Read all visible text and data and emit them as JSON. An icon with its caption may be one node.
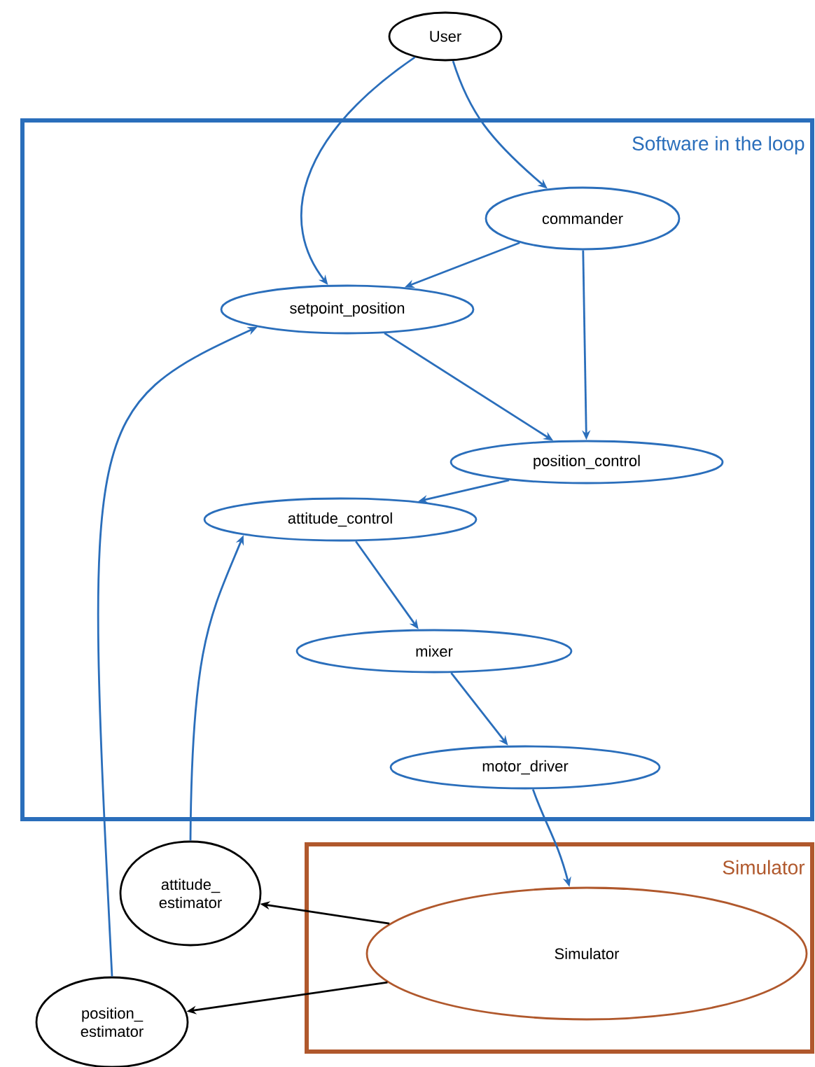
{
  "diagram": {
    "nodes": [
      {
        "text": [
          "User"
        ]
      },
      {
        "text": [
          "Software in the loop"
        ]
      },
      {
        "text": [
          "commander"
        ],
        "in": 1
      },
      {
        "text": [
          "setpoint_position"
        ],
        "in": 1
      },
      {
        "text": [
          "position_control"
        ],
        "in": 1
      },
      {
        "text": [
          "attitude_control"
        ],
        "in": 1
      },
      {
        "text": [
          "mixer"
        ],
        "in": 1
      },
      {
        "text": [
          "motor_driver"
        ],
        "in": 1
      },
      {
        "text": [
          "Simulator"
        ]
      },
      {
        "text": [
          "Simulator"
        ],
        "in": 8
      },
      {
        "text": [
          "attitude_ estimator"
        ]
      },
      {
        "text": [
          "position_ estimator"
        ]
      }
    ],
    "edges": [
      {
        "from": 0,
        "to": 3,
        "arrow": "to"
      },
      {
        "from": 0,
        "to": 2,
        "arrow": "to"
      },
      {
        "from": 2,
        "to": 3,
        "arrow": "to"
      },
      {
        "from": 2,
        "to": 4,
        "arrow": "to"
      },
      {
        "from": 3,
        "to": 4,
        "arrow": "to"
      },
      {
        "from": 4,
        "to": 5,
        "arrow": "to"
      },
      {
        "from": 5,
        "to": 6,
        "arrow": "to"
      },
      {
        "from": 6,
        "to": 7,
        "arrow": "to"
      },
      {
        "from": 7,
        "to": 9,
        "arrow": "to"
      },
      {
        "from": 9,
        "to": 10,
        "arrow": "to",
        "color": "#000000"
      },
      {
        "from": 9,
        "to": 11,
        "arrow": "to",
        "color": "#000000"
      },
      {
        "from": 10,
        "to": 5,
        "arrow": "to"
      },
      {
        "from": 11,
        "to": 3,
        "arrow": "to"
      }
    ]
  }
}
